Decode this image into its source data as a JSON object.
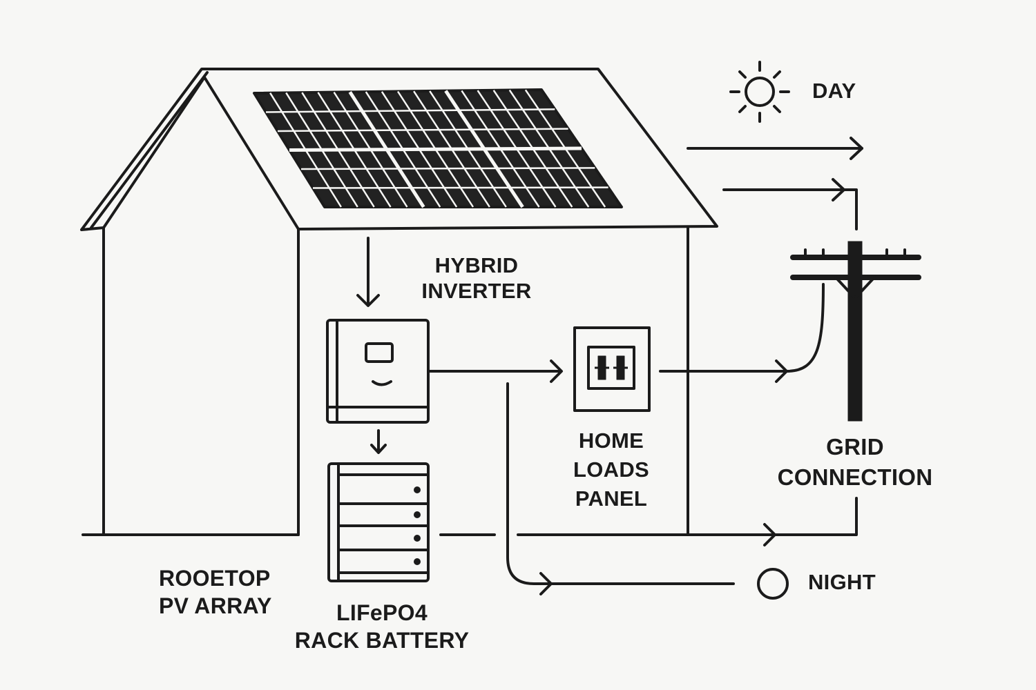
{
  "diagram": {
    "labels": {
      "day": "DAY",
      "night": "NIGHT",
      "inverter": [
        "HYBRID",
        "INVERTER"
      ],
      "home_loads": [
        "HOME",
        "LOADS",
        "PANEL"
      ],
      "grid": [
        "GRID",
        "CONNECTION"
      ],
      "pv_array": [
        "ROOETOP",
        "PV ARRAY"
      ],
      "battery": [
        "LIFePO4",
        "RACK BATTERY"
      ]
    },
    "colors": {
      "background": "#f7f7f5",
      "line": "#1b1b1b",
      "panel_cell": "#2b2b2b"
    },
    "icons": [
      "sun-icon",
      "moon-icon",
      "solar-panel-icon",
      "inverter-icon",
      "breaker-panel-icon",
      "battery-rack-icon",
      "utility-pole-icon"
    ]
  }
}
